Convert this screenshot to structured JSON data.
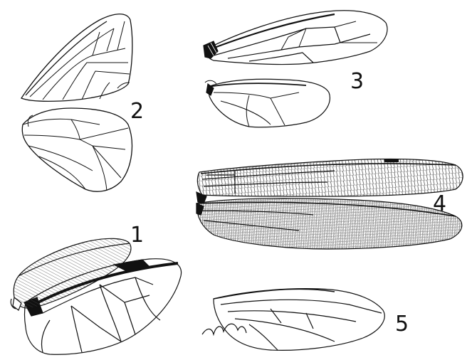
{
  "labels": {
    "wing_1": "1",
    "wing_2": "2",
    "wing_3": "3",
    "wing_4": "4",
    "wing_5": "5"
  },
  "colors": {
    "ink": "#111111",
    "paper": "#ffffff"
  }
}
